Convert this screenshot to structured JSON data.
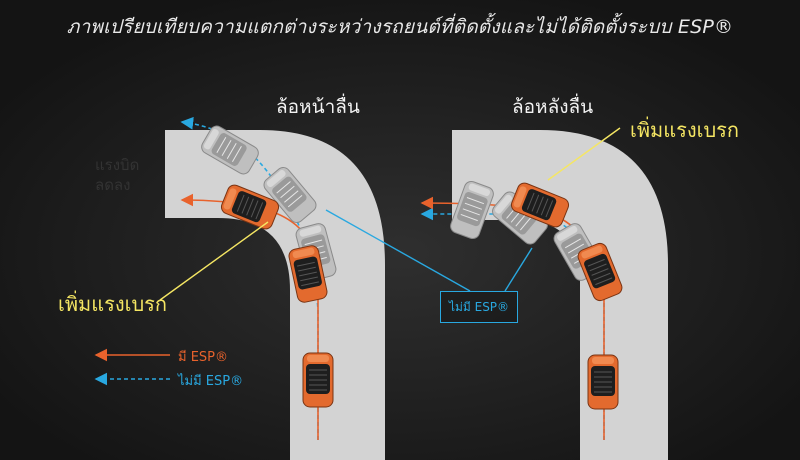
{
  "title": "ภาพเปรียบเทียบความแตกต่างระหว่างรถยนต์ที่ติดตั้งและไม่ได้ติดตั้งระบบ ESP®",
  "left_panel": {
    "heading": "ล้อหน้าลื่น",
    "note_line1": "แรงบิด",
    "note_line2": "ลดลง",
    "callout": "เพิ่มแรงเบรก"
  },
  "right_panel": {
    "heading": "ล้อหลังลื่น",
    "callout": "เพิ่มแรงเบรก"
  },
  "center_callout": "ไม่มี ESP®",
  "legend": {
    "with_esp": "มี ESP®",
    "without_esp": "ไม่มี ESP®"
  },
  "colors": {
    "with_esp": "#e8622c",
    "without_esp": "#29a8e0",
    "callout": "#f5e663",
    "road": "#d3d3d3",
    "background": "#1c1c1c"
  }
}
